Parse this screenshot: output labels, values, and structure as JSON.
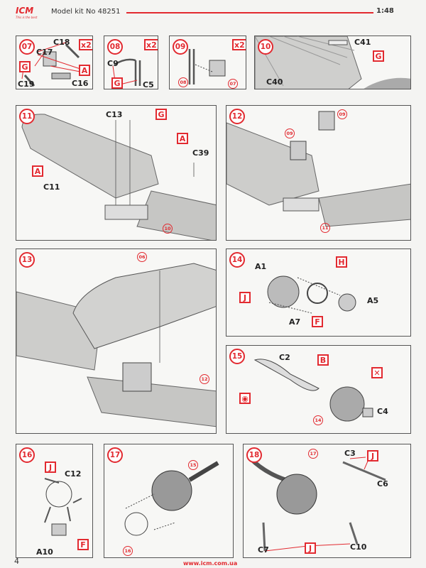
{
  "header": {
    "brand": "ICM",
    "tagline": "This is the best",
    "title": "Model kit No 48251",
    "scale": "1:48",
    "accent": "#e22a30"
  },
  "footer": {
    "page": "4",
    "url": "www.icm.com.ua"
  },
  "steps": {
    "s07": {
      "num": "07",
      "mult": "x2",
      "c18": "C18",
      "c17": "C17",
      "g": "G",
      "a": "A",
      "c19": "C19",
      "c16": "C16"
    },
    "s08": {
      "num": "08",
      "mult": "x2",
      "c9": "C9",
      "g": "G",
      "c5": "C5"
    },
    "s09": {
      "num": "09",
      "mult": "x2",
      "r1": "08",
      "r2": "07"
    },
    "s10": {
      "num": "10",
      "c41": "C41",
      "g": "G",
      "c40": "C40"
    },
    "s11": {
      "num": "11",
      "c13": "C13",
      "g": "G",
      "a1": "A",
      "c39": "C39",
      "a2": "A",
      "c11": "C11",
      "r": "10"
    },
    "s12": {
      "num": "12",
      "r1": "09",
      "r2": "09",
      "r3": "11"
    },
    "s13": {
      "num": "13",
      "r1": "06",
      "r2": "12"
    },
    "s14": {
      "num": "14",
      "a1": "A1",
      "h": "H",
      "j": "J",
      "a5": "A5",
      "a7": "A7",
      "f": "F"
    },
    "s15": {
      "num": "15",
      "c2": "C2",
      "b": "B",
      "r": "14",
      "c4": "C4"
    },
    "s16": {
      "num": "16",
      "j": "J",
      "c12": "C12",
      "a10": "A10",
      "f": "F"
    },
    "s17": {
      "num": "17",
      "r1": "15",
      "r2": "16"
    },
    "s18": {
      "num": "18",
      "r": "17",
      "c3": "C3",
      "j1": "J",
      "c6": "C6",
      "c7": "C7",
      "j2": "J",
      "c10": "C10"
    }
  }
}
